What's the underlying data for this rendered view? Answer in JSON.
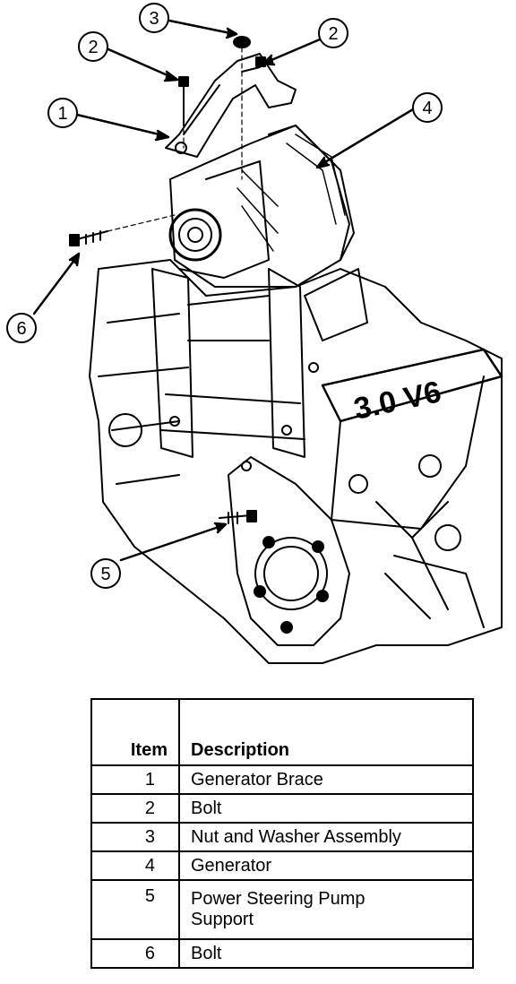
{
  "callouts": {
    "c1": "1",
    "c2a": "2",
    "c2b": "2",
    "c3": "3",
    "c4": "4",
    "c5": "5",
    "c6": "6"
  },
  "engine_label": "3.0 V6",
  "legend": {
    "header_item": "Item",
    "header_description": "Description",
    "rows": [
      {
        "item": "1",
        "description": "Generator Brace"
      },
      {
        "item": "2",
        "description": "Bolt"
      },
      {
        "item": "3",
        "description": "Nut and Washer Assembly"
      },
      {
        "item": "4",
        "description": "Generator"
      },
      {
        "item": "5",
        "description": "Power Steering Pump Support"
      },
      {
        "item": "6",
        "description": "Bolt"
      }
    ]
  }
}
